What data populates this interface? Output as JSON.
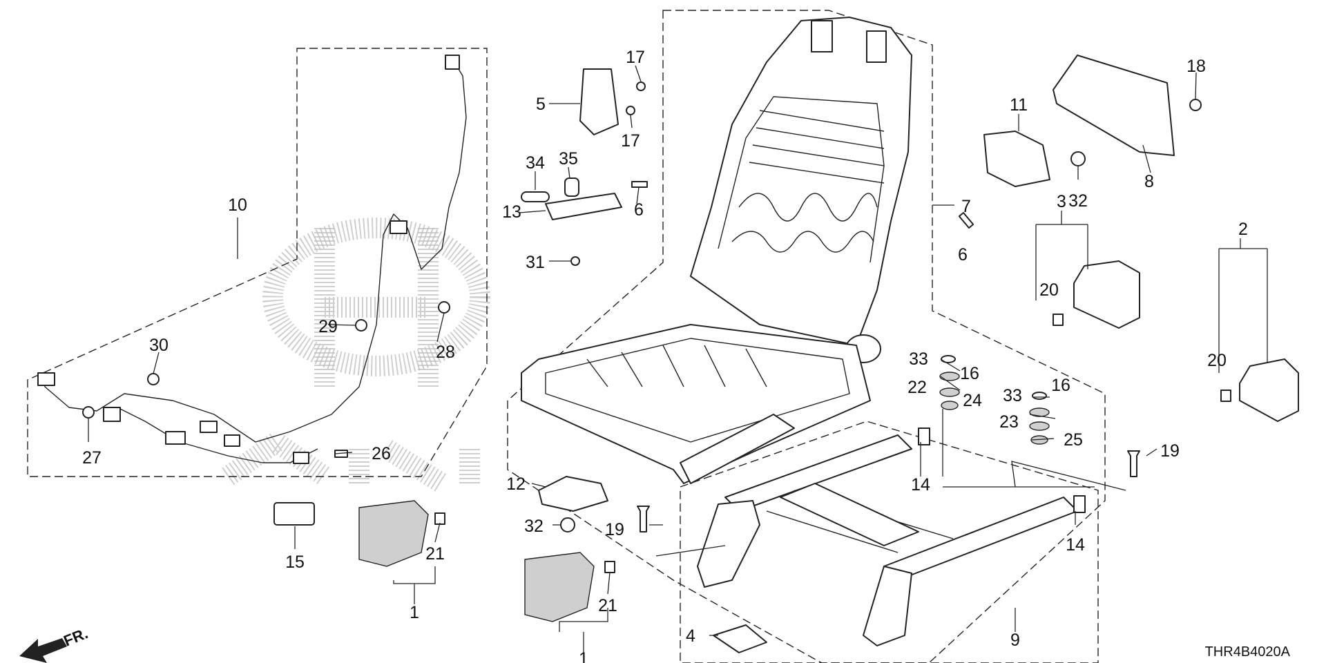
{
  "diagram": {
    "code": "THR4B4020A",
    "direction_label": "FR.",
    "callouts": [
      {
        "id": "c1a",
        "text": "1"
      },
      {
        "id": "c1b",
        "text": "1"
      },
      {
        "id": "c2",
        "text": "2"
      },
      {
        "id": "c3",
        "text": "3"
      },
      {
        "id": "c4",
        "text": "4"
      },
      {
        "id": "c5",
        "text": "5"
      },
      {
        "id": "c6a",
        "text": "6"
      },
      {
        "id": "c6b",
        "text": "6"
      },
      {
        "id": "c7",
        "text": "7"
      },
      {
        "id": "c8",
        "text": "8"
      },
      {
        "id": "c9",
        "text": "9"
      },
      {
        "id": "c10",
        "text": "10"
      },
      {
        "id": "c11",
        "text": "11"
      },
      {
        "id": "c12",
        "text": "12"
      },
      {
        "id": "c13",
        "text": "13"
      },
      {
        "id": "c14a",
        "text": "14"
      },
      {
        "id": "c14b",
        "text": "14"
      },
      {
        "id": "c15",
        "text": "15"
      },
      {
        "id": "c16a",
        "text": "16"
      },
      {
        "id": "c16b",
        "text": "16"
      },
      {
        "id": "c17a",
        "text": "17"
      },
      {
        "id": "c17b",
        "text": "17"
      },
      {
        "id": "c18",
        "text": "18"
      },
      {
        "id": "c19a",
        "text": "19"
      },
      {
        "id": "c19b",
        "text": "19"
      },
      {
        "id": "c20a",
        "text": "20"
      },
      {
        "id": "c20b",
        "text": "20"
      },
      {
        "id": "c21a",
        "text": "21"
      },
      {
        "id": "c21b",
        "text": "21"
      },
      {
        "id": "c22",
        "text": "22"
      },
      {
        "id": "c23",
        "text": "23"
      },
      {
        "id": "c24",
        "text": "24"
      },
      {
        "id": "c25",
        "text": "25"
      },
      {
        "id": "c26",
        "text": "26"
      },
      {
        "id": "c27",
        "text": "27"
      },
      {
        "id": "c28",
        "text": "28"
      },
      {
        "id": "c29",
        "text": "29"
      },
      {
        "id": "c30",
        "text": "30"
      },
      {
        "id": "c31",
        "text": "31"
      },
      {
        "id": "c32a",
        "text": "32"
      },
      {
        "id": "c32b",
        "text": "32"
      },
      {
        "id": "c33a",
        "text": "33"
      },
      {
        "id": "c33b",
        "text": "33"
      },
      {
        "id": "c34",
        "text": "34"
      },
      {
        "id": "c35",
        "text": "35"
      }
    ]
  }
}
